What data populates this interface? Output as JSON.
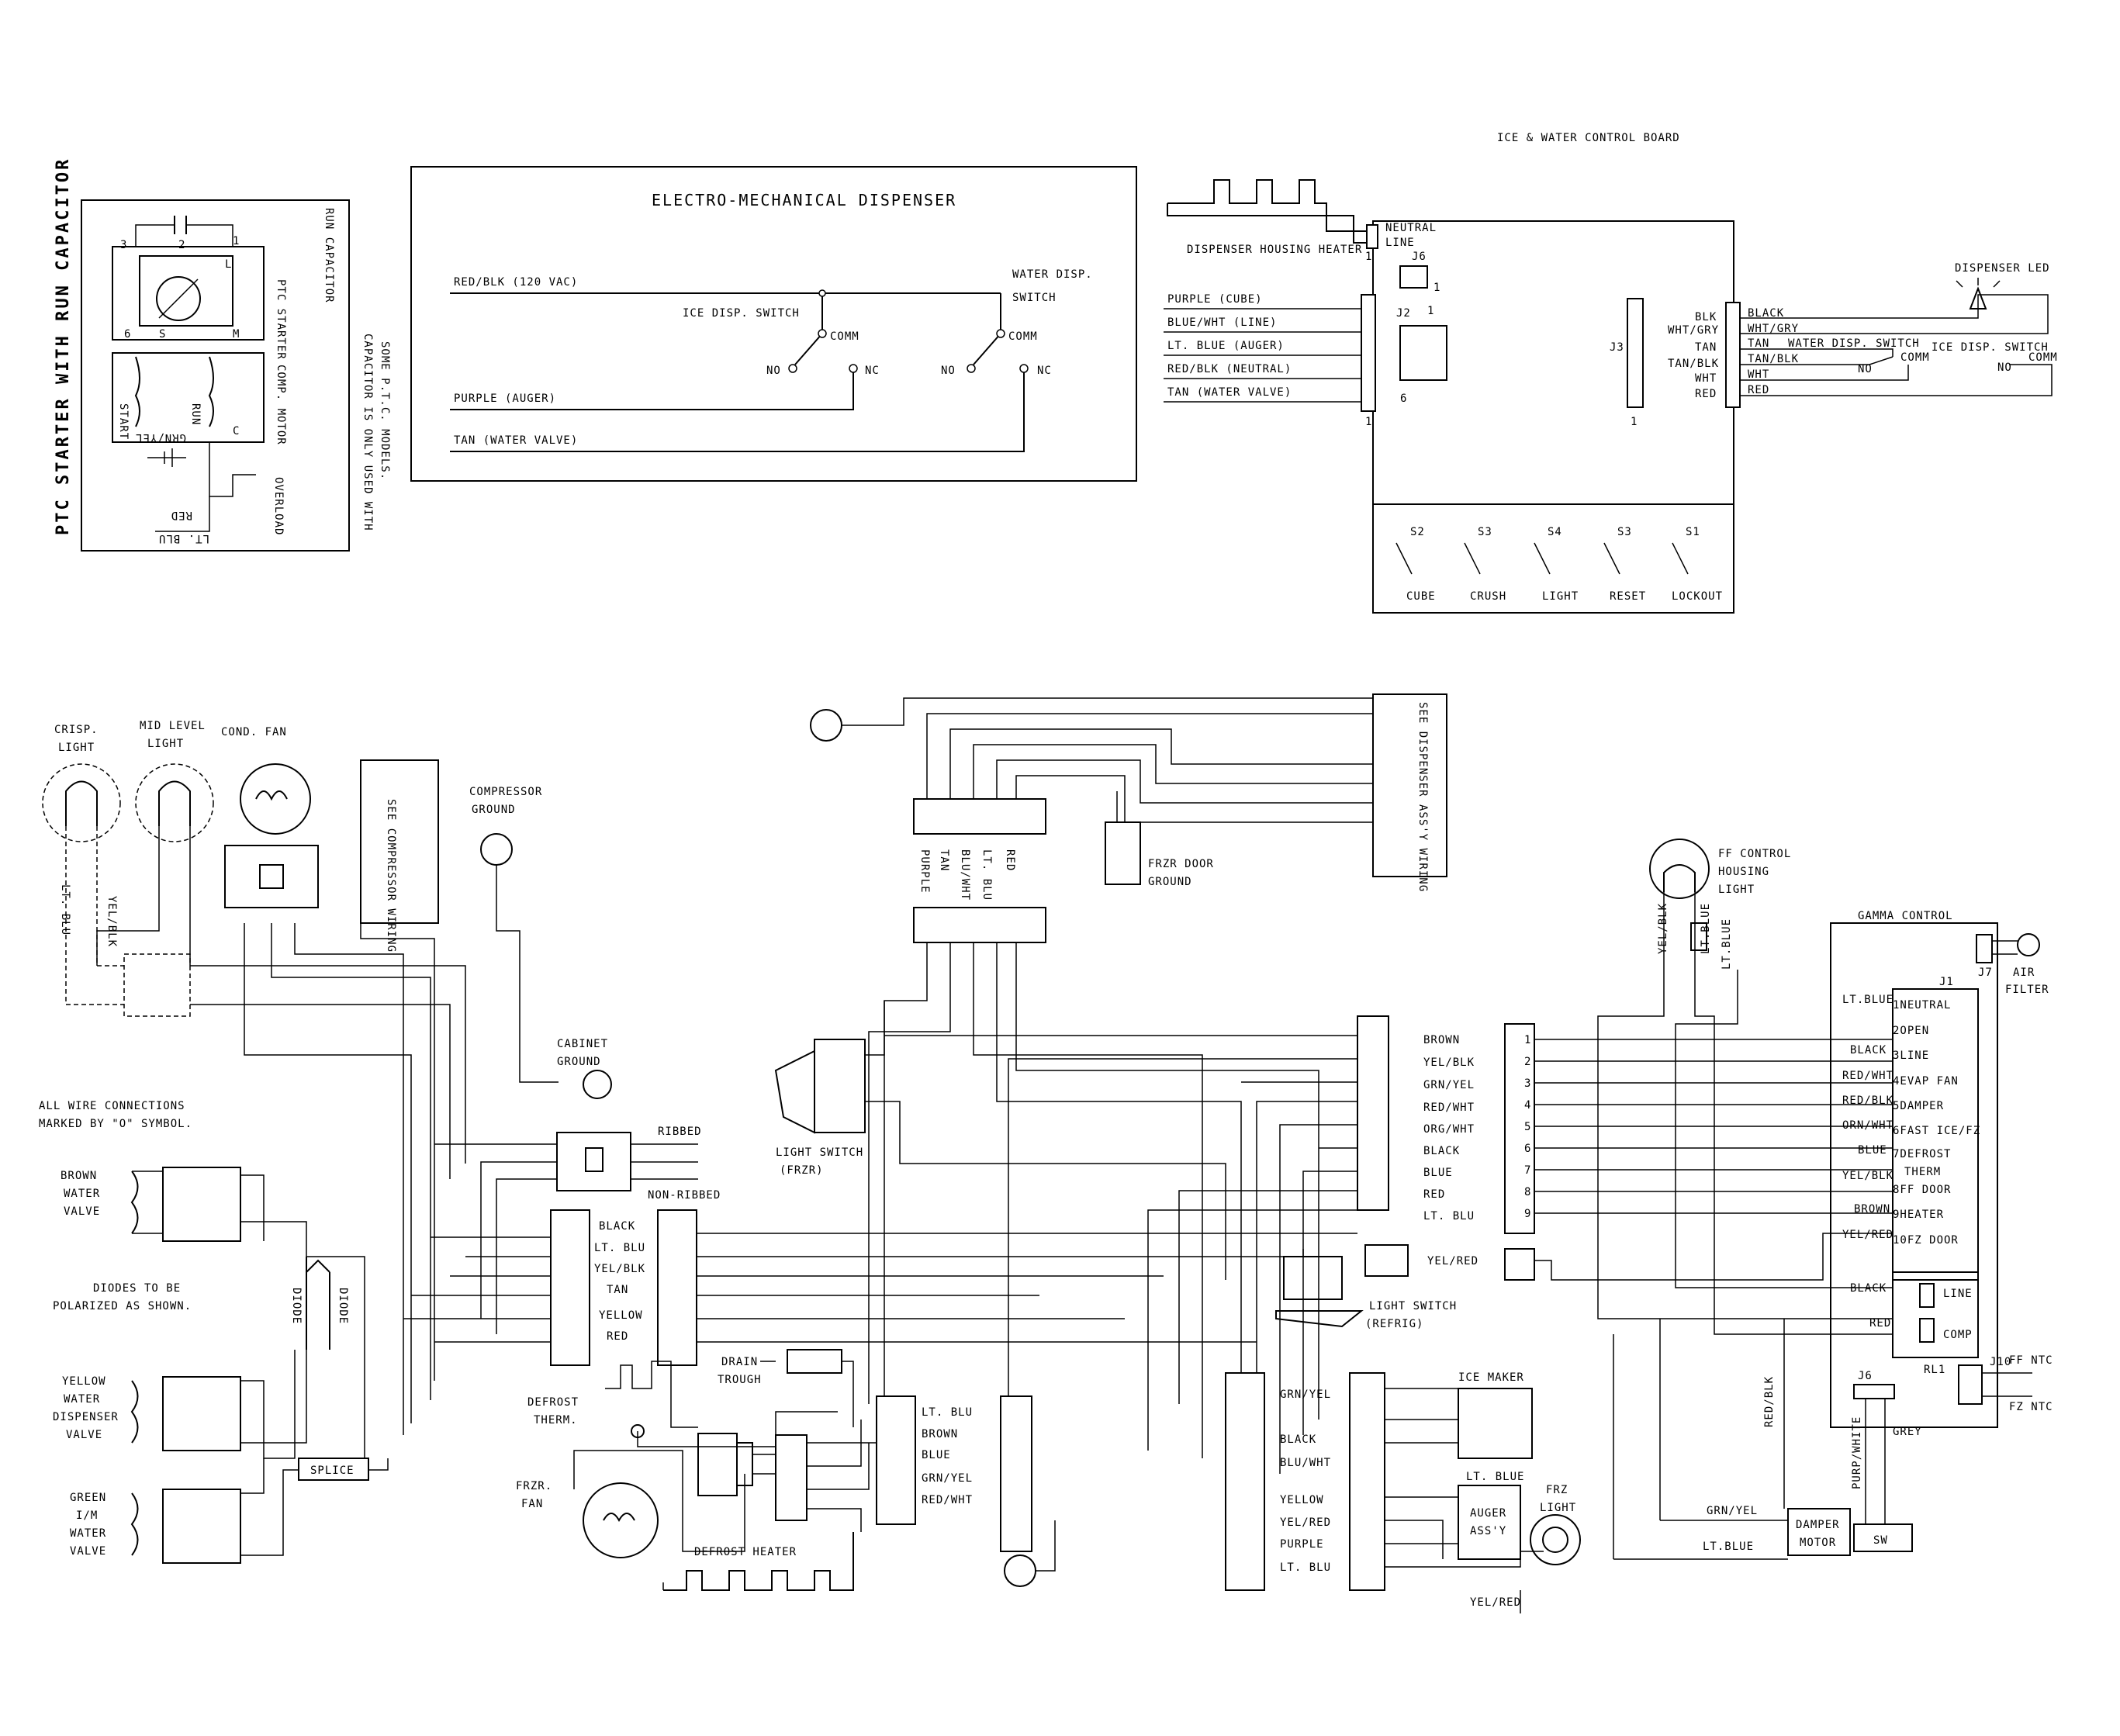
{
  "ptc": {
    "title": "PTC STARTER WITH RUN CAPACITOR",
    "run_capacitor": "RUN CAPACITOR",
    "ptc_starter": "PTC STARTER",
    "comp_motor": "COMP. MOTOR",
    "start": "START",
    "run": "RUN",
    "overload": "OVERLOAD",
    "grn_yel": "GRN/YEL",
    "red": "RED",
    "lt_blu": "LT. BLU",
    "note1": "CAPACITOR IS ONLY USED WITH",
    "note2": "SOME P.T.C. MODELS.",
    "t3": "3",
    "t2": "2",
    "t1": "1",
    "t6": "6",
    "s": "S",
    "m": "M",
    "l": "L",
    "c": "C"
  },
  "dispenser": {
    "title": "ELECTRO-MECHANICAL DISPENSER",
    "red_blk": "RED/BLK (120 VAC)",
    "water_disp": "WATER DISP.",
    "switch": "SWITCH",
    "ice_disp": "ICE DISP. SWITCH",
    "comm": "COMM",
    "no": "NO",
    "nc": "NC",
    "purple": "PURPLE (AUGER)",
    "tan": "TAN (WATER VALVE)"
  },
  "board": {
    "title": "ICE & WATER CONTROL BOARD",
    "neutral": "NEUTRAL",
    "line": "LINE",
    "heater": "DISPENSER HOUSING HEATER",
    "j6": "J6",
    "j2": "J2",
    "j3": "J3",
    "one": "1",
    "six": "6",
    "left_wires": [
      "PURPLE (CUBE)",
      "BLUE/WHT (LINE)",
      "LT. BLUE (AUGER)",
      "RED/BLK (NEUTRAL)",
      "TAN (WATER VALVE)"
    ],
    "right_labels": [
      "BLK",
      "WHT/GRY",
      "TAN",
      "TAN/BLK",
      "WHT",
      "RED"
    ],
    "right_wires": [
      "BLACK",
      "WHT/GRY",
      "TAN",
      "TAN/BLK",
      "WHT",
      "RED"
    ],
    "water_switch": "WATER DISP. SWITCH",
    "ice_switch": "ICE DISP. SWITCH",
    "led": "DISPENSER LED",
    "switch_ids": [
      "S2",
      "S3",
      "S4",
      "S3",
      "S1"
    ],
    "switch_names": [
      "CUBE",
      "CRUSH",
      "LIGHT",
      "RESET",
      "LOCKOUT"
    ]
  },
  "left": {
    "crisp": "CRISP.",
    "crisp2": "LIGHT",
    "mid": "MID LEVEL",
    "mid2": "LIGHT",
    "cond_fan": "COND. FAN",
    "see_comp": "SEE COMPRESSOR WIRING",
    "comp_ground": "COMPRESSOR",
    "comp_ground2": "GROUND",
    "lt_blu": "LT. BLU",
    "yel_blk": "YEL/BLK",
    "all_wire1": "ALL WIRE CONNECTIONS",
    "all_wire2": "MARKED BY \"O\" SYMBOL.",
    "brown_valve": [
      "BROWN",
      "WATER",
      "VALVE"
    ],
    "diodes1": "DIODES TO BE",
    "diodes2": "POLARIZED AS SHOWN.",
    "diode": "DIODE",
    "yellow_valve": [
      "YELLOW",
      "WATER",
      "DISPENSER",
      "VALVE"
    ],
    "green_valve": [
      "GREEN",
      "I/M",
      "WATER",
      "VALVE"
    ],
    "splice": "SPLICE",
    "cabinet_ground": "CABINET",
    "cabinet_ground2": "GROUND",
    "ribbed": "RIBBED",
    "non_ribbed": "NON-RIBBED",
    "conn_wires": [
      "BLACK",
      "LT. BLU",
      "YEL/BLK",
      "TAN",
      "YELLOW",
      "RED"
    ]
  },
  "center": {
    "see_disp": "SEE DISPENSER ASS'Y WIRING",
    "frzr_door": "FRZR DOOR",
    "frzr_door2": "GROUND",
    "vert_wires": [
      "PURPLE",
      "TAN",
      "BLU/WHT",
      "LT. BLU",
      "RED"
    ],
    "light_switch": "LIGHT SWITCH",
    "light_switch2": "(FRZR)",
    "drain": "DRAIN",
    "drain2": "TROUGH",
    "defrost_therm": "DEFROST",
    "defrost_therm2": "THERM.",
    "frzr_fan": "FRZR.",
    "frzr_fan2": "FAN",
    "defrost_heater": "DEFROST HEATER",
    "fan_conn": [
      "LT. BLU",
      "BROWN",
      "BLUE",
      "GRN/YEL",
      "RED/WHT"
    ],
    "main_conn": [
      "BROWN",
      "YEL/BLK",
      "GRN/YEL",
      "RED/WHT",
      "ORG/WHT",
      "BLACK",
      "BLUE",
      "RED",
      "LT. BLU"
    ],
    "yel_red": "YEL/RED",
    "light_switch_r": "LIGHT SWITCH",
    "light_switch_r2": "(REFRIG)",
    "lower_conn": [
      "GRN/YEL",
      "BLACK",
      "BLU/WHT",
      "YELLOW",
      "YEL/RED",
      "PURPLE",
      "LT. BLU"
    ],
    "ice_maker": "ICE MAKER",
    "lt_blue": "LT. BLUE",
    "auger": "AUGER",
    "auger2": "ASS'Y",
    "frz_light": "FRZ",
    "frz_light2": "LIGHT",
    "yel_red2": "YEL/RED"
  },
  "right": {
    "ff_housing": "FF CONTROL",
    "ff_housing2": "HOUSING",
    "ff_housing3": "LIGHT",
    "yel_blk": "YEL/BLK",
    "lt_blue": "LT.BLUE",
    "gamma": "GAMMA CONTROL",
    "j1": "J1",
    "j7": "J7",
    "air_filter": "AIR",
    "air_filter2": "FILTER",
    "pins": [
      "1NEUTRAL",
      "2OPEN",
      "3LINE",
      "4EVAP FAN",
      "5DAMPER",
      "6FAST ICE/FZ",
      "7DEFROST",
      "8FF DOOR",
      "9HEATER",
      "10FZ DOOR"
    ],
    "therm": "THERM",
    "pin_wires": [
      "LT.BLUE",
      "",
      "BLACK",
      "RED/WHT",
      "RED/BLK",
      "ORN/WHT",
      "BLUE",
      "YEL/BLK",
      "BROWN",
      "YEL/RED"
    ],
    "conn_nums": [
      "1",
      "2",
      "3",
      "4",
      "5",
      "6",
      "7",
      "8",
      "9"
    ],
    "black": "BLACK",
    "red": "RED",
    "line": "LINE",
    "comp": "COMP",
    "rl1": "RL1",
    "j6": "J6",
    "j10": "J10",
    "ff_ntc": "FF NTC",
    "fz_ntc": "FZ NTC",
    "grey": "GREY",
    "purp_white": "PURP/WHITE",
    "red_blk": "RED/BLK",
    "grn_yel": "GRN/YEL",
    "lt_blue2": "LT.BLUE",
    "damper": "DAMPER",
    "damper2": "MOTOR",
    "sw": "SW"
  }
}
